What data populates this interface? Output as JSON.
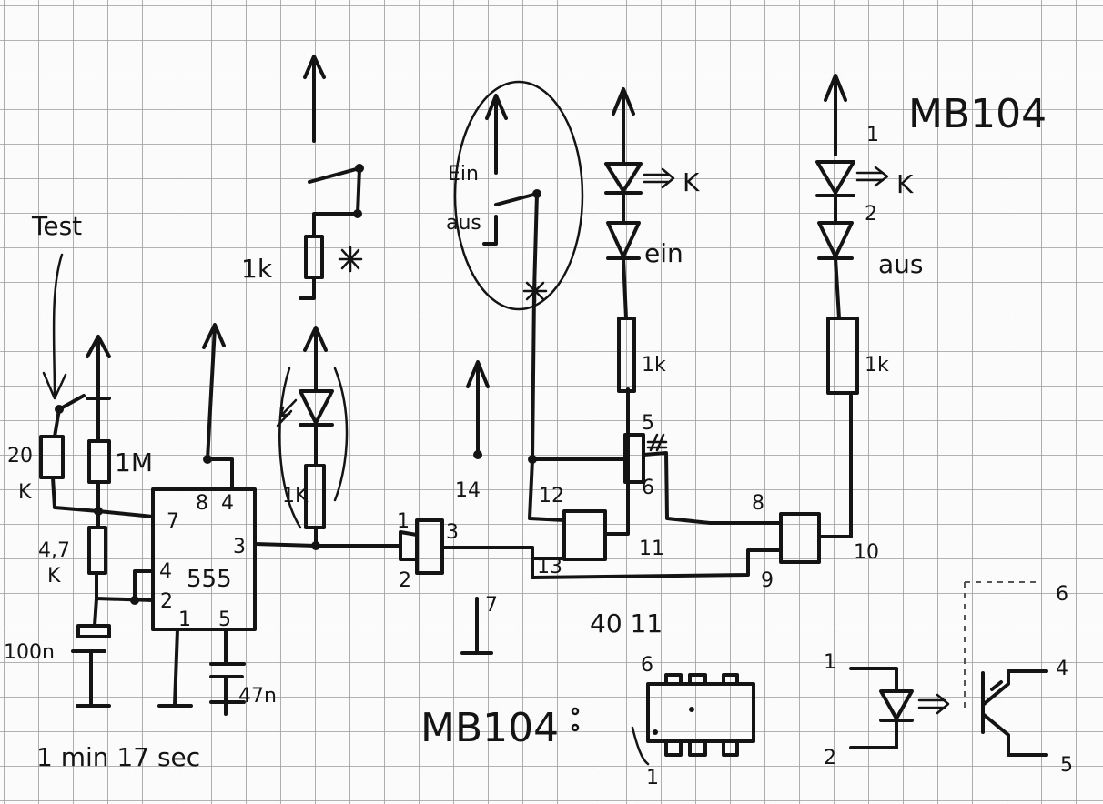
{
  "labels": {
    "test": "Test",
    "r_20k_a": "20",
    "r_20k_b": "K",
    "r_1m": "1M",
    "r_47k_a": "4,7",
    "r_47k_b": "K",
    "c_100n": "100n",
    "c_47n": "47n",
    "timing": "1 min 17 sec",
    "ic555": "555",
    "p555_7": "7",
    "p555_8": "8",
    "p555_4a": "4",
    "p555_3": "3",
    "p555_4b": "4",
    "p555_2": "2",
    "p555_1": "1",
    "p555_5": "5",
    "r_1k_led": "1K",
    "r_1k_switch": "1k",
    "ein_switch": "Ein",
    "aus_switch": "aus",
    "ein_led": "ein",
    "aus_led": "aus",
    "r_1k_ein": "1k",
    "r_1k_aus": "1k",
    "mb104_top": "MB104",
    "opto_pin1_top": "1",
    "opto_pin2_top": "2",
    "pin14": "14",
    "pin7": "7",
    "ic4011": "40 11",
    "g1_p1": "1",
    "g1_p2": "2",
    "g1_p3": "3",
    "g2_p12": "12",
    "g2_p13": "13",
    "g2_p11": "11",
    "g3_p5": "5",
    "g3_p6": "6",
    "g4_p8": "8",
    "g4_p9": "9",
    "g4_p10": "10",
    "mb104_bottom": "MB104",
    "chip_p6": "6",
    "chip_p1": "1",
    "opto_p1": "1",
    "opto_p2": "2",
    "opto_p6": "6",
    "opto_p4": "4",
    "opto_p5": "5",
    "led_k1": "K",
    "led_k2": "K"
  }
}
